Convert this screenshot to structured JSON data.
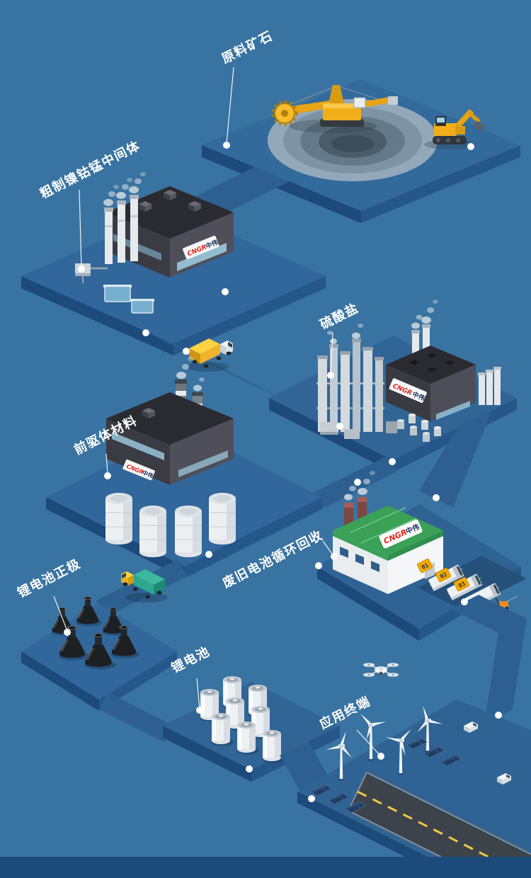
{
  "colors": {
    "background": "#3973a1",
    "platform_top": "#306596",
    "platform_front": "#1c4a7a",
    "accent_red": "#e2231a",
    "recycle_green": "#3aa157",
    "road_line_yellow": "#f2c744",
    "dot": "#ffffff"
  },
  "labels": [
    {
      "id": "raw-ore",
      "text": "原料矿石"
    },
    {
      "id": "crude-ni-co-mn-intermediate",
      "text": "粗制镍钴锰中间体"
    },
    {
      "id": "sulfate",
      "text": "硫酸盐"
    },
    {
      "id": "precursor-material",
      "text": "前驱体材料"
    },
    {
      "id": "li-battery-cathode",
      "text": "锂电池正极"
    },
    {
      "id": "waste-battery-recycling",
      "text": "废旧电池循环回收"
    },
    {
      "id": "li-battery",
      "text": "锂电池"
    },
    {
      "id": "application-terminal",
      "text": "应用终端"
    }
  ],
  "logos": {
    "latin": "CNGR",
    "cn": "中伟"
  },
  "dock_numbers": [
    "01",
    "02",
    "03"
  ]
}
